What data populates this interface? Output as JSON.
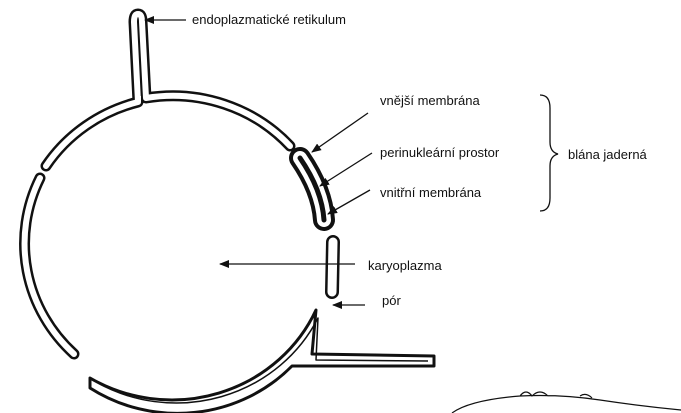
{
  "diagram": {
    "labels": {
      "er": "endoplazmatické retikulum",
      "outer_membrane": "vnější membrána",
      "perinuclear_space": "perinukleární prostor",
      "inner_membrane": "vnitřní membrána",
      "karyoplasm": "karyoplazma",
      "pore": "pór",
      "nuclear_envelope": "blána jaderná"
    },
    "colors": {
      "ink": "#111111",
      "background": "#ffffff"
    }
  }
}
